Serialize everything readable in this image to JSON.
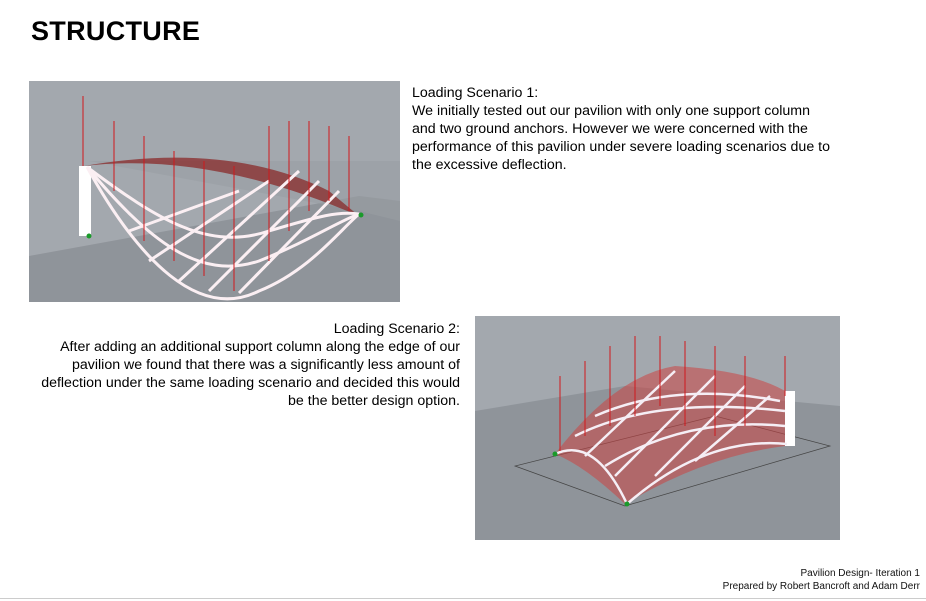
{
  "page_title": "STRUCTURE",
  "scenario1": {
    "heading": "Loading Scenario 1:",
    "body": "We initially tested out our pavilion with only one support column and two ground anchors. However we were concerned with the performance of this pavilion under severe loading scenarios due to the excessive deflection."
  },
  "scenario2": {
    "heading": "Loading Scenario 2:",
    "body": "After adding an additional support column along the edge of our pavilion we found that there was a significantly less amount of deflection under the same loading scenario and decided this would be the better design option."
  },
  "footer": {
    "line1": "Pavilion Design- Iteration 1",
    "line2": "Prepared by Robert Bancroft and Adam Derr"
  },
  "colors": {
    "load_arrow": "#d0181c",
    "viewport_bg": "#a3a8ae",
    "ground": "#8d9298"
  }
}
